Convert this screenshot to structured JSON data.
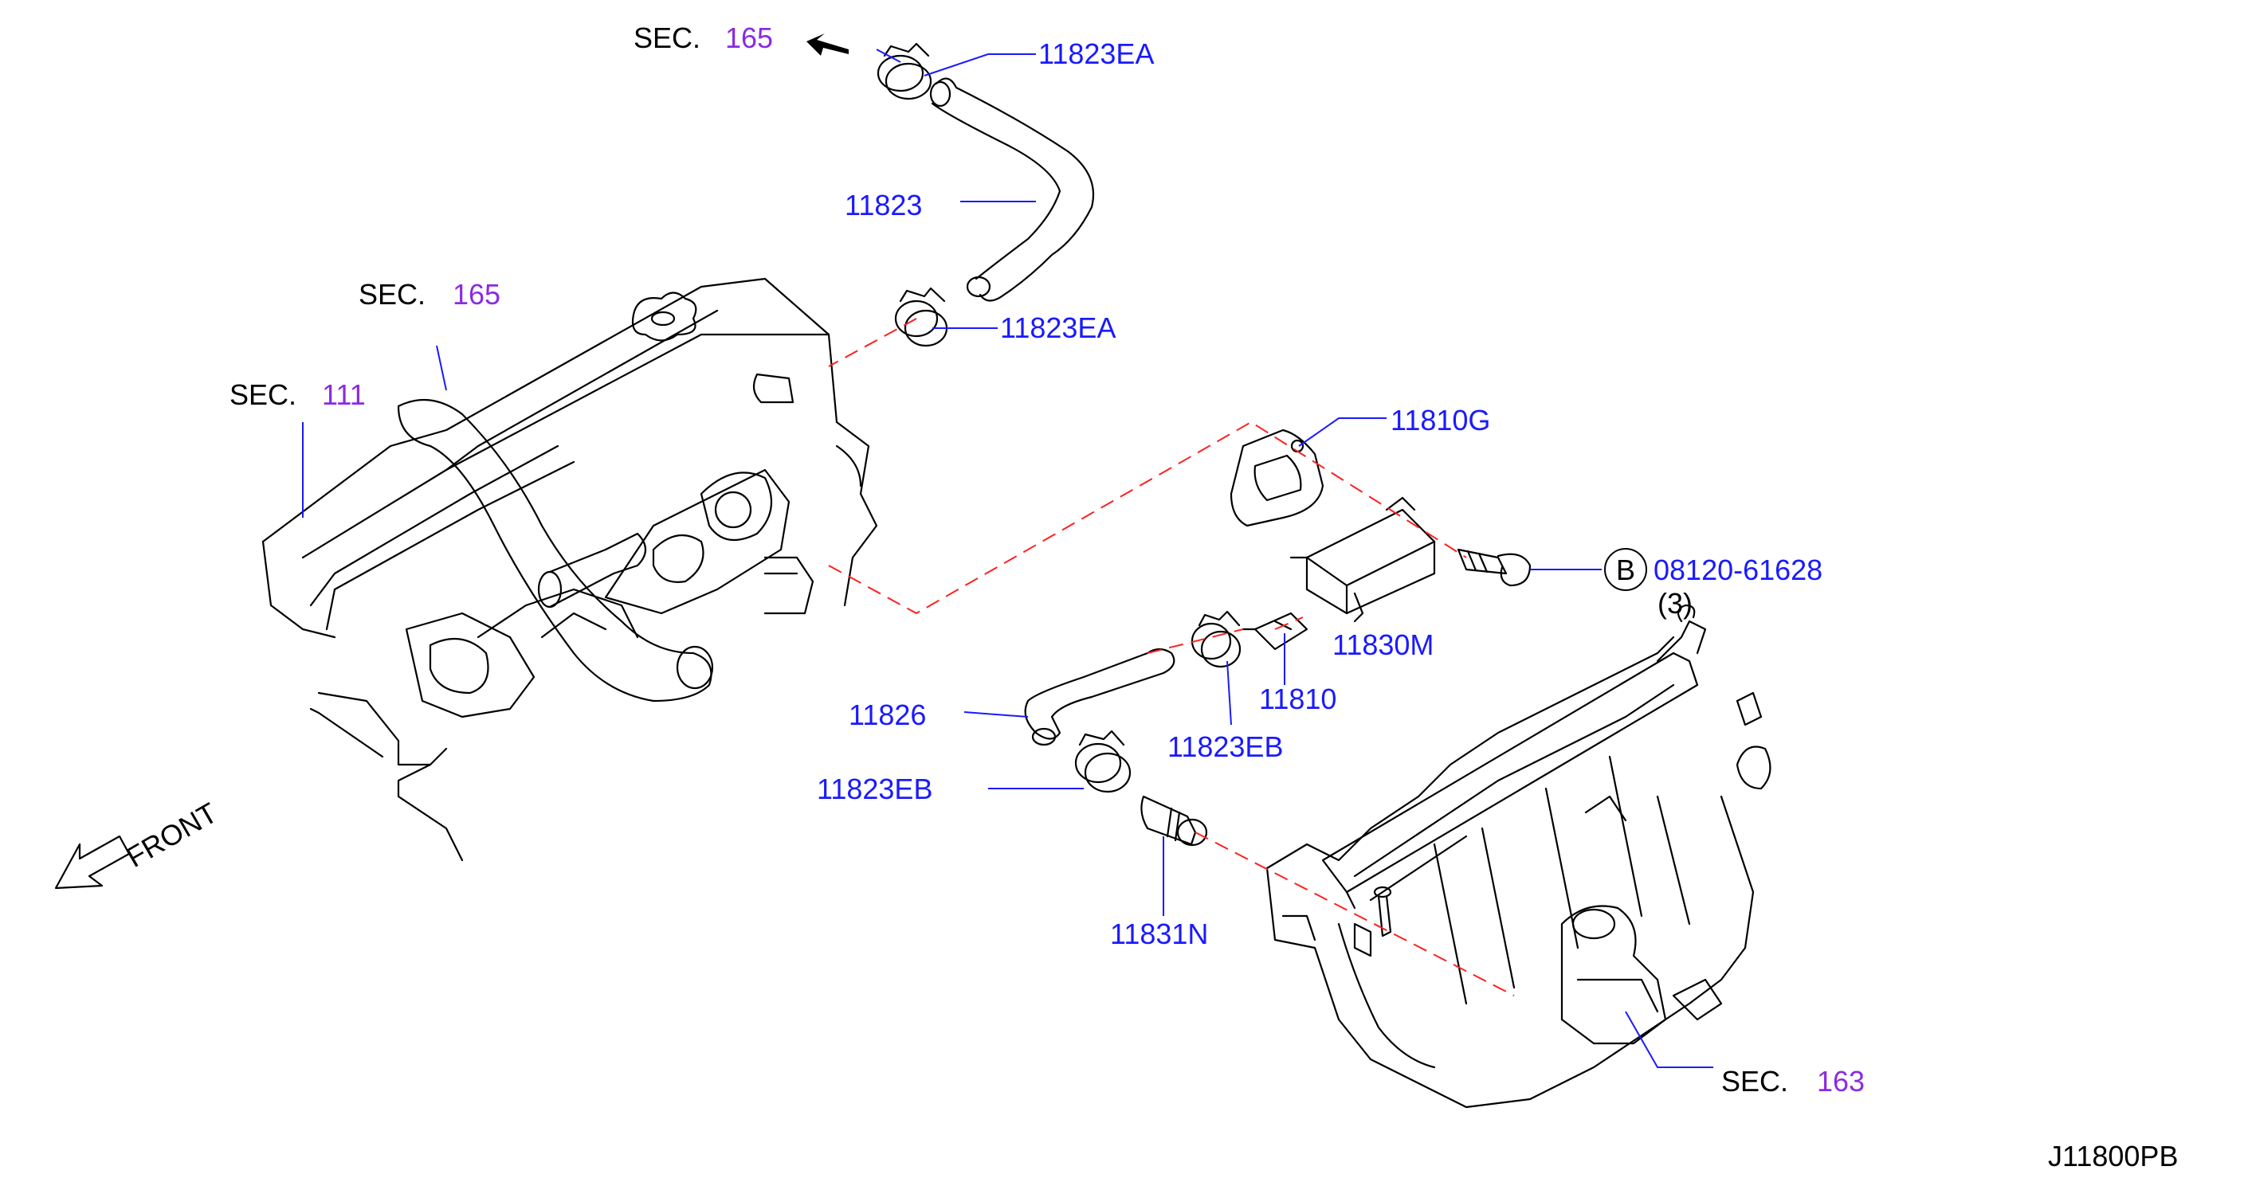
{
  "diagram_code": "J11800PB",
  "front_label": "FRONT",
  "bolt_marker": "B",
  "bolt_qty": "(3)",
  "sections": [
    {
      "id": "sec-165-top",
      "prefix": "SEC.",
      "number": "165"
    },
    {
      "id": "sec-165-left",
      "prefix": "SEC.",
      "number": "165"
    },
    {
      "id": "sec-111",
      "prefix": "SEC.",
      "number": "111"
    },
    {
      "id": "sec-163",
      "prefix": "SEC.",
      "number": "163"
    }
  ],
  "parts": [
    {
      "id": "p-11823EA-top",
      "number": "11823EA"
    },
    {
      "id": "p-11823",
      "number": "11823"
    },
    {
      "id": "p-11823EA-mid",
      "number": "11823EA"
    },
    {
      "id": "p-11810G",
      "number": "11810G"
    },
    {
      "id": "p-08120",
      "number": "08120-61628"
    },
    {
      "id": "p-11830M",
      "number": "11830M"
    },
    {
      "id": "p-11810",
      "number": "11810"
    },
    {
      "id": "p-11826",
      "number": "11826"
    },
    {
      "id": "p-11823EB-right",
      "number": "11823EB"
    },
    {
      "id": "p-11823EB-left",
      "number": "11823EB"
    },
    {
      "id": "p-11831N",
      "number": "11831N"
    }
  ],
  "colors": {
    "part_number": "#1a1aff",
    "section_ref": "#8a2be2",
    "leader": "#1a1aff",
    "center_line": "#ff2020"
  }
}
